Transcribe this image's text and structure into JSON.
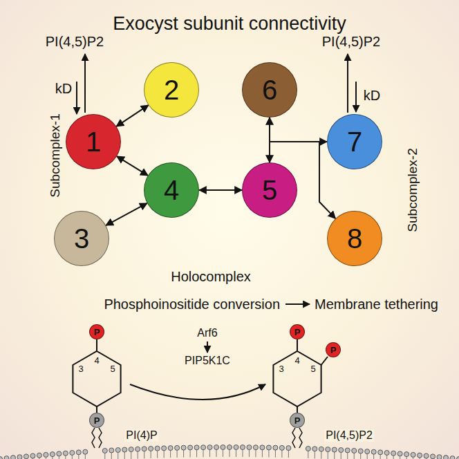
{
  "diagram": {
    "title": "Exocyst subunit connectivity",
    "nodes": [
      {
        "text": [
          "1"
        ]
      },
      {
        "text": [
          "2"
        ]
      },
      {
        "text": [
          "3"
        ]
      },
      {
        "text": [
          "4"
        ]
      },
      {
        "text": [
          "5"
        ]
      },
      {
        "text": [
          "6"
        ]
      },
      {
        "text": [
          "7"
        ]
      },
      {
        "text": [
          "8"
        ]
      },
      {
        "text": [
          "P"
        ]
      },
      {
        "text": [
          "P"
        ]
      },
      {
        "text": [
          "P"
        ]
      },
      {
        "text": [
          "P"
        ]
      },
      {
        "text": [
          "P"
        ]
      }
    ],
    "edges": [
      {
        "from": 0,
        "to": 1,
        "arrow": "both"
      },
      {
        "from": 0,
        "to": 3,
        "arrow": "both"
      },
      {
        "from": 2,
        "to": 3,
        "arrow": "both"
      },
      {
        "from": 3,
        "to": 4,
        "arrow": "both"
      },
      {
        "from": 4,
        "to": 5,
        "arrow": "both"
      },
      {
        "from": 4,
        "to": 6,
        "arrow": "to"
      },
      {
        "from": 4,
        "to": 7,
        "arrow": "to"
      }
    ],
    "labels": [
      "PI(4,5)P2",
      "kD",
      "PI(4,5)P2",
      "kD",
      "Subcomplex-1",
      "Subcomplex-2",
      "Holocomplex",
      "Phosphoinositide conversion",
      "Membrane tethering",
      "Arf6",
      "PIP5K1C",
      "3",
      "4",
      "5",
      "3",
      "4",
      "5",
      "PI(4)P",
      "PI(4,5)P2"
    ]
  }
}
